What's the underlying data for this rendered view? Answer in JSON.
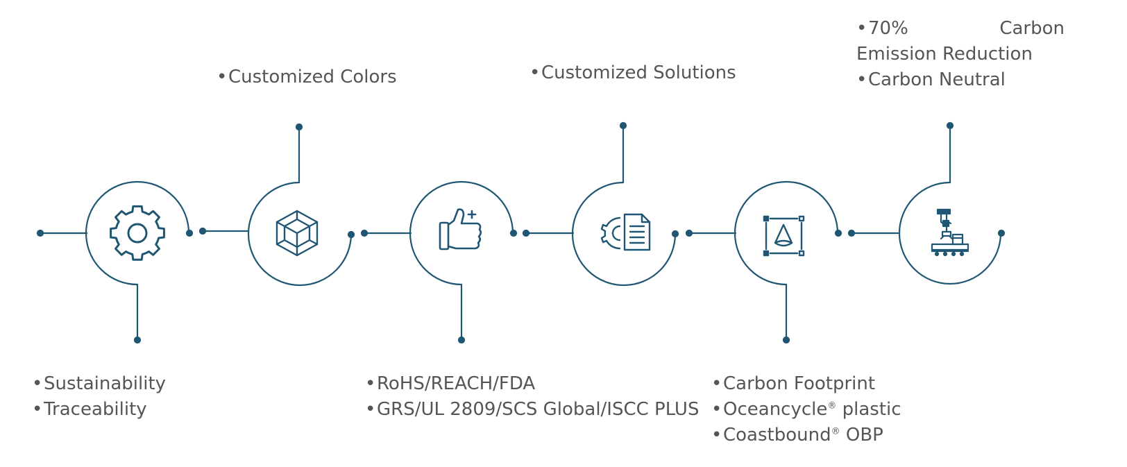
{
  "colors": {
    "stroke": "#1f5673",
    "text": "#555555"
  },
  "bullet": "•",
  "steps": [
    {
      "icon": "gear-icon",
      "position": "bottom",
      "items": [
        "Sustainability",
        "Traceability"
      ]
    },
    {
      "icon": "cube-icon",
      "position": "top",
      "items": [
        "Customized Colors"
      ]
    },
    {
      "icon": "thumbs-up-plus-icon",
      "position": "bottom",
      "items": [
        "RoHS/REACH/FDA",
        "GRS/UL 2809/SCS Global/ISCC PLUS"
      ]
    },
    {
      "icon": "gear-document-icon",
      "position": "top",
      "items": [
        "Customized Solutions"
      ]
    },
    {
      "icon": "cone-frame-icon",
      "position": "bottom",
      "items": [
        "Carbon Footprint",
        "Oceancycle",
        "plastic",
        "Coastbound",
        "OBP"
      ],
      "registered_mark": "®"
    },
    {
      "icon": "robot-arm-conveyor-icon",
      "position": "top",
      "items": [
        "70% Carbon Emission Reduction",
        "Carbon Neutral"
      ]
    }
  ]
}
